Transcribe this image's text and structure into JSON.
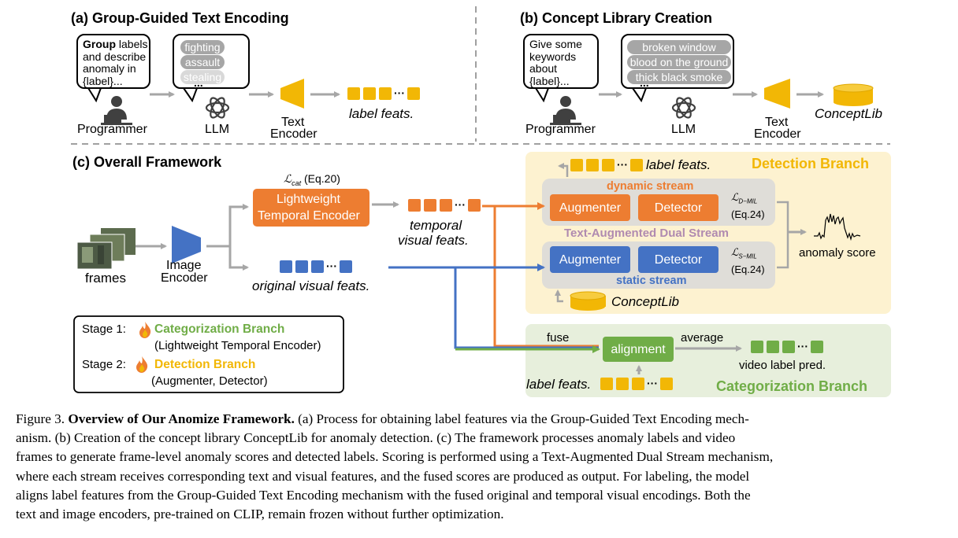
{
  "sections": {
    "a_title": "(a) Group-Guided Text Encoding",
    "b_title": "(b) Concept Library Creation",
    "c_title": "(c) Overall Framework"
  },
  "a": {
    "prompt_bold": "Group",
    "prompt_lines": [
      " labels",
      "and describe",
      "anomaly in",
      "{label}..."
    ],
    "pills": [
      "fighting",
      "assault",
      "stealing"
    ],
    "ellipsis": "...",
    "programmer": "Programmer",
    "llm": "LLM",
    "text_encoder": [
      "Text",
      "Encoder"
    ],
    "output": "label feats."
  },
  "b": {
    "prompt_lines": [
      "Give some",
      "keywords",
      "about",
      "{label}..."
    ],
    "pills": [
      "broken window",
      "blood on the ground",
      "thick black smoke"
    ],
    "ellipsis": "...",
    "programmer": "Programmer",
    "llm": "LLM",
    "text_encoder": [
      "Text",
      "Encoder"
    ],
    "output": "ConceptLib"
  },
  "c": {
    "frames": "frames",
    "image_encoder": [
      "Image",
      "Encoder"
    ],
    "lte": [
      "Lightweight",
      "Temporal Encoder"
    ],
    "loss_cat": "ℒ",
    "loss_cat_sub": "cat",
    "loss_cat_ref": "(Eq.20)",
    "temporal_feats": [
      "temporal",
      "visual feats."
    ],
    "original_feats": "original visual feats.",
    "stage1_prefix": "Stage 1:",
    "stage1_name": "Categorization Branch",
    "stage1_detail": "(Lightweight Temporal Encoder)",
    "stage2_prefix": "Stage 2:",
    "stage2_name": "Detection Branch",
    "stage2_detail": "(Augmenter, Detector)",
    "detection_branch": "Detection Branch",
    "label_feats_top": "label feats.",
    "dynamic_stream": "dynamic stream",
    "static_stream": "static stream",
    "dual_stream": "Text-Augmented Dual Stream",
    "augmenter": "Augmenter",
    "detector": "Detector",
    "loss_d": "ℒ",
    "loss_d_sub": "D−MIL",
    "loss_s": "ℒ",
    "loss_s_sub": "S−MIL",
    "loss_eq24": "(Eq.24)",
    "conceptlib": "ConceptLib",
    "anomaly_score": "anomaly score",
    "fuse": "fuse",
    "alignment": "alignment",
    "average": "average",
    "video_label_pred": "video label pred.",
    "label_feats_bottom": "label feats.",
    "categorization_branch": "Categorization Branch"
  },
  "caption": {
    "fig_label": "Figure 3.",
    "title": "Overview of Our Anomize Framework.",
    "line1_rest": " (a) Process for obtaining label features via the Group-Guided Text Encoding mech-",
    "line2": "anism. (b) Creation of the concept library ConceptLib for anomaly detection. (c) The framework processes anomaly labels and video",
    "line3": "frames to generate frame-level anomaly scores and detected labels. Scoring is performed using a Text-Augmented Dual Stream mechanism,",
    "line4": "where each stream receives corresponding text and visual features, and the fused scores are produced as output. For labeling, the model",
    "line5": "aligns label features from the Group-Guided Text Encoding mechanism with the fused original and temporal visual encodings. Both the",
    "line6": "text and image encoders, pre-trained on CLIP, remain frozen without further optimization."
  },
  "colors": {
    "orange": "#ed7d31",
    "blue": "#4472c4",
    "green": "#70ad47",
    "yellow": "#f2b705",
    "detection_bg": "#fdf2d0",
    "categorization_bg": "#e7efdc",
    "stream_bg": "#d9d9d9",
    "gray_arrow": "#a6a6a6",
    "pill_gray": "#a6a6a6",
    "dual_stream_text": "#b08ab0"
  }
}
